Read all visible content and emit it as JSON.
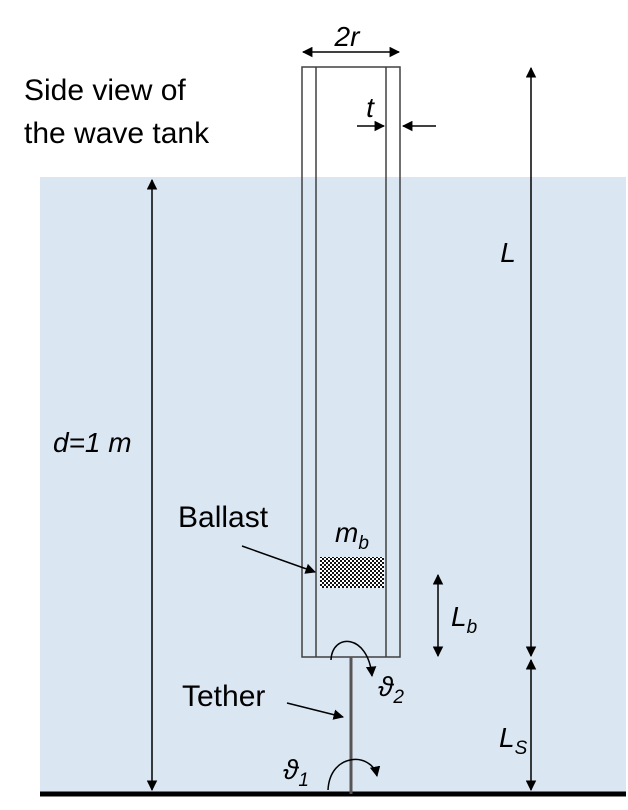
{
  "title_lines": [
    "Side view of",
    "the wave tank"
  ],
  "labels": {
    "width": "2r",
    "thickness": "t",
    "length": "L",
    "depth": "d=1 m",
    "ballast": "Ballast",
    "mass_base": "m",
    "mass_sub": "b",
    "ballast_len_base": "L",
    "ballast_len_sub": "b",
    "tether": "Tether",
    "theta2_base": "ϑ",
    "theta2_sub": "2",
    "theta1_base": "ϑ",
    "theta1_sub": "1",
    "tether_len_base": "L",
    "tether_len_sub": "S"
  },
  "colors": {
    "water": "#dae6f2",
    "ink": "#000000",
    "tube_outline": "#404040",
    "tether": "#555555"
  }
}
